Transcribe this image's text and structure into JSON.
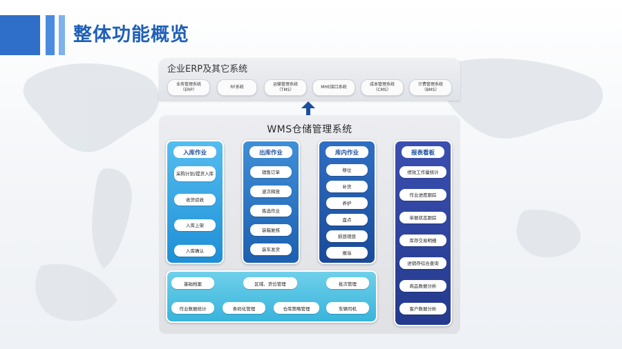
{
  "slide": {
    "title": "整体功能概览"
  },
  "erp": {
    "title": "企业ERP及其它系统",
    "items": [
      {
        "line1": "业务管理系统",
        "line2": "（ERP）"
      },
      {
        "line1": "RF系统",
        "line2": ""
      },
      {
        "line1": "运输管理系统",
        "line2": "（TMS）"
      },
      {
        "line1": "MHE接口系统",
        "line2": ""
      },
      {
        "line1": "成本管理系统",
        "line2": "（CMS）"
      },
      {
        "line1": "计费管理系统",
        "line2": "（BMS）"
      }
    ]
  },
  "wms": {
    "title": "WMS仓储管理系统",
    "inbound": {
      "title": "入库作业",
      "items": [
        "采购计划/提货入库",
        "收货验收",
        "入库上架",
        "入库确认"
      ]
    },
    "outbound": {
      "title": "出库作业",
      "items": [
        "销售订单",
        "波次释放",
        "拣选作业",
        "装箱复核",
        "装车发货"
      ]
    },
    "inventory": {
      "title": "库内作业",
      "items": [
        "移位",
        "补货",
        "养护",
        "盘点",
        "损毁销毁",
        "报溢"
      ]
    },
    "reports": {
      "title": "报表看板",
      "items": [
        "绩效工作量统计",
        "作业进度跟踪",
        "单据状态跟踪",
        "库存交易明细",
        "进销存综合查询",
        "商品数据分析",
        "客户数据分析"
      ]
    },
    "base": {
      "items": [
        "基础档案",
        "区域、货位管理",
        "批次管理",
        "作业数据统计",
        "条码化管理",
        "仓库策略管理",
        "车辆司机"
      ]
    }
  },
  "colors": {
    "title_blue": "#1f5fb8",
    "inbound": "#2a9be0",
    "outbound": "#2c75c6",
    "inventory": "#24569f",
    "reports": "#2e449e",
    "base": "#4fc0e3"
  },
  "icons": {
    "sync_arrow": "double-vertical-arrow-icon"
  }
}
